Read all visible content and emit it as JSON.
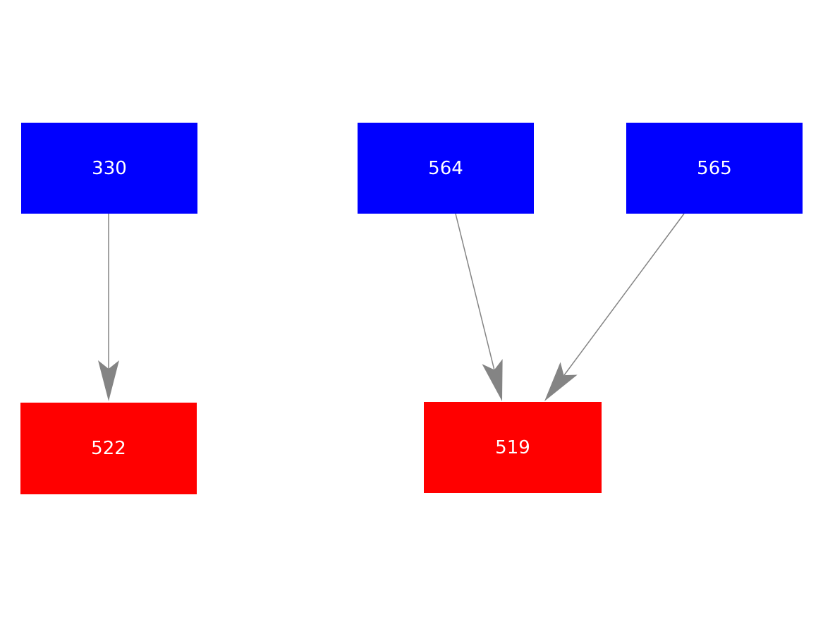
{
  "diagram": {
    "background_color": "#ffffff",
    "node_text_color": "#ffffff",
    "edge_color": "#848484",
    "source_node_color": "#0000ff",
    "target_node_color": "#ff0000",
    "nodes": [
      {
        "id": "330",
        "label": "330",
        "color": "#0000ff"
      },
      {
        "id": "564",
        "label": "564",
        "color": "#0000ff"
      },
      {
        "id": "565",
        "label": "565",
        "color": "#0000ff"
      },
      {
        "id": "522",
        "label": "522",
        "color": "#ff0000"
      },
      {
        "id": "519",
        "label": "519",
        "color": "#ff0000"
      }
    ],
    "edges": [
      {
        "from": "330",
        "to": "522"
      },
      {
        "from": "564",
        "to": "519"
      },
      {
        "from": "565",
        "to": "519"
      }
    ]
  }
}
